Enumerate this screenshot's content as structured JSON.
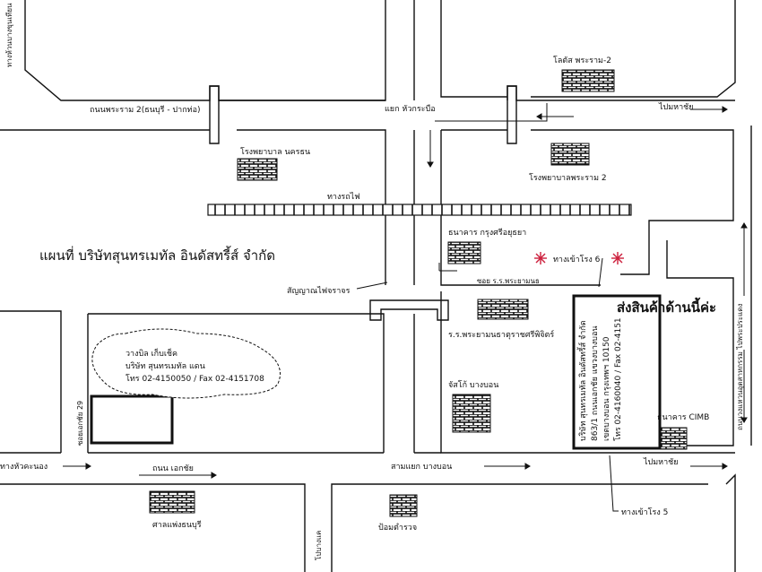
{
  "title": "แผนที่ บริษัทสุนทรเมทัล อินดัสทรี้ส์ จำกัด",
  "shipping_note": "ส่งสินค้าด้านนี้ค่ะ",
  "roads": {
    "rama2": "ถนนพระราม 2(ธนบุรี - ปากท่อ)",
    "to_bangkhunthian": "ทางห้วนบางขุนเทียน",
    "ekachai": "ถนน เอกชัย",
    "ekachai_soi29": "ซอยเอกชัย 29",
    "to_wongwian": "ทางหัวคะนอง",
    "to_bangbon": "โปบางแค",
    "soi_hospital": "ซอย ร.ร.พระยามนธ",
    "to_mahachai_top": "ไปมหาชัย",
    "to_mahachai_bottom": "ไปมหาชัย",
    "east_road": "ถนนวงแหวนอุตสาหกรรม ไปพระประแดง"
  },
  "intersections": {
    "hua_krabue": "แยก หัวกระบือ",
    "bang_bon": "สามแยก บางบอน"
  },
  "landmarks": {
    "lotus": "โลตัส พระราม-2",
    "hospital_nakhon": "โรงพยาบาล นครธน",
    "hospital_rama2": "โรงพยาบาลพระราม 2",
    "railway": "ทางรถไฟ",
    "krungsri_bank": "ธนาคาร กรุงศรีอยุธยา",
    "traffic_light": "สัญญาณไฟจราจร",
    "school": "ร.ร.พระยามนธาตุราชศรีพิจิตร์",
    "lotus_bangbon": "จัสโก้ บางบอน",
    "cimb_bank": "ธนาคาร CIMB",
    "court": "ศาลแพ่งธนบุรี",
    "police": "ป้อมตำรวจ"
  },
  "gates": {
    "gate6": "ทางเข้าโรง 6",
    "gate5": "ทางเข้าโรง 5"
  },
  "billing_bubble": {
    "line1": "วางบิล เก็บเช็ค",
    "line2": "บริษัท สุนทรเมทัล แดน",
    "line3": "โทร 02-4150050 / Fax 02-4151708"
  },
  "company_box": {
    "line1": "บริษัท สุนทรเมทัล อินดัสทรี้ส์ จำกัด",
    "line2": "863/1 ถนนเอกชัย แขวงบางบอน",
    "line3": "เขตบางบอน กรุงเทพฯ 10150",
    "line4": "โทร 02-4160040 / Fax 02-4151"
  },
  "colors": {
    "ink": "#111111",
    "gate_marker": "#cc1f3c",
    "paper": "#ffffff"
  }
}
